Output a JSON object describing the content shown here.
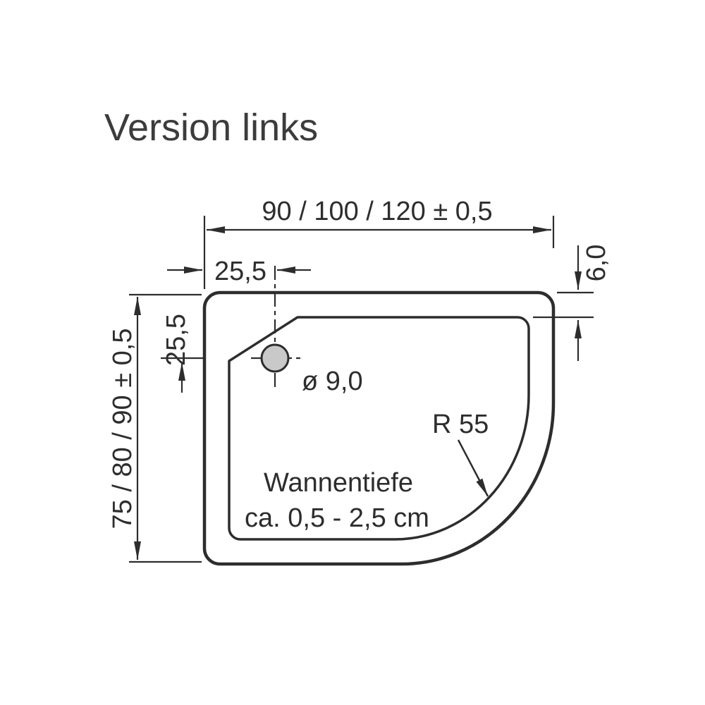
{
  "title": "Version links",
  "dimensions": {
    "width": "90 / 100 / 120  ± 0,5",
    "height": "75 / 80 / 90  ± 0,5",
    "drain_offset_x": "25,5",
    "drain_offset_y": "25,5",
    "rim_thickness": "6,0",
    "drain_diameter": "ø 9,0",
    "corner_radius": "R 55"
  },
  "labels": {
    "tray_depth_line1": "Wannentiefe",
    "tray_depth_line2": "ca. 0,5 - 2,5 cm"
  },
  "colors": {
    "line": "#2d2d2d",
    "drain_fill": "#c9c9c9",
    "background": "#ffffff"
  }
}
